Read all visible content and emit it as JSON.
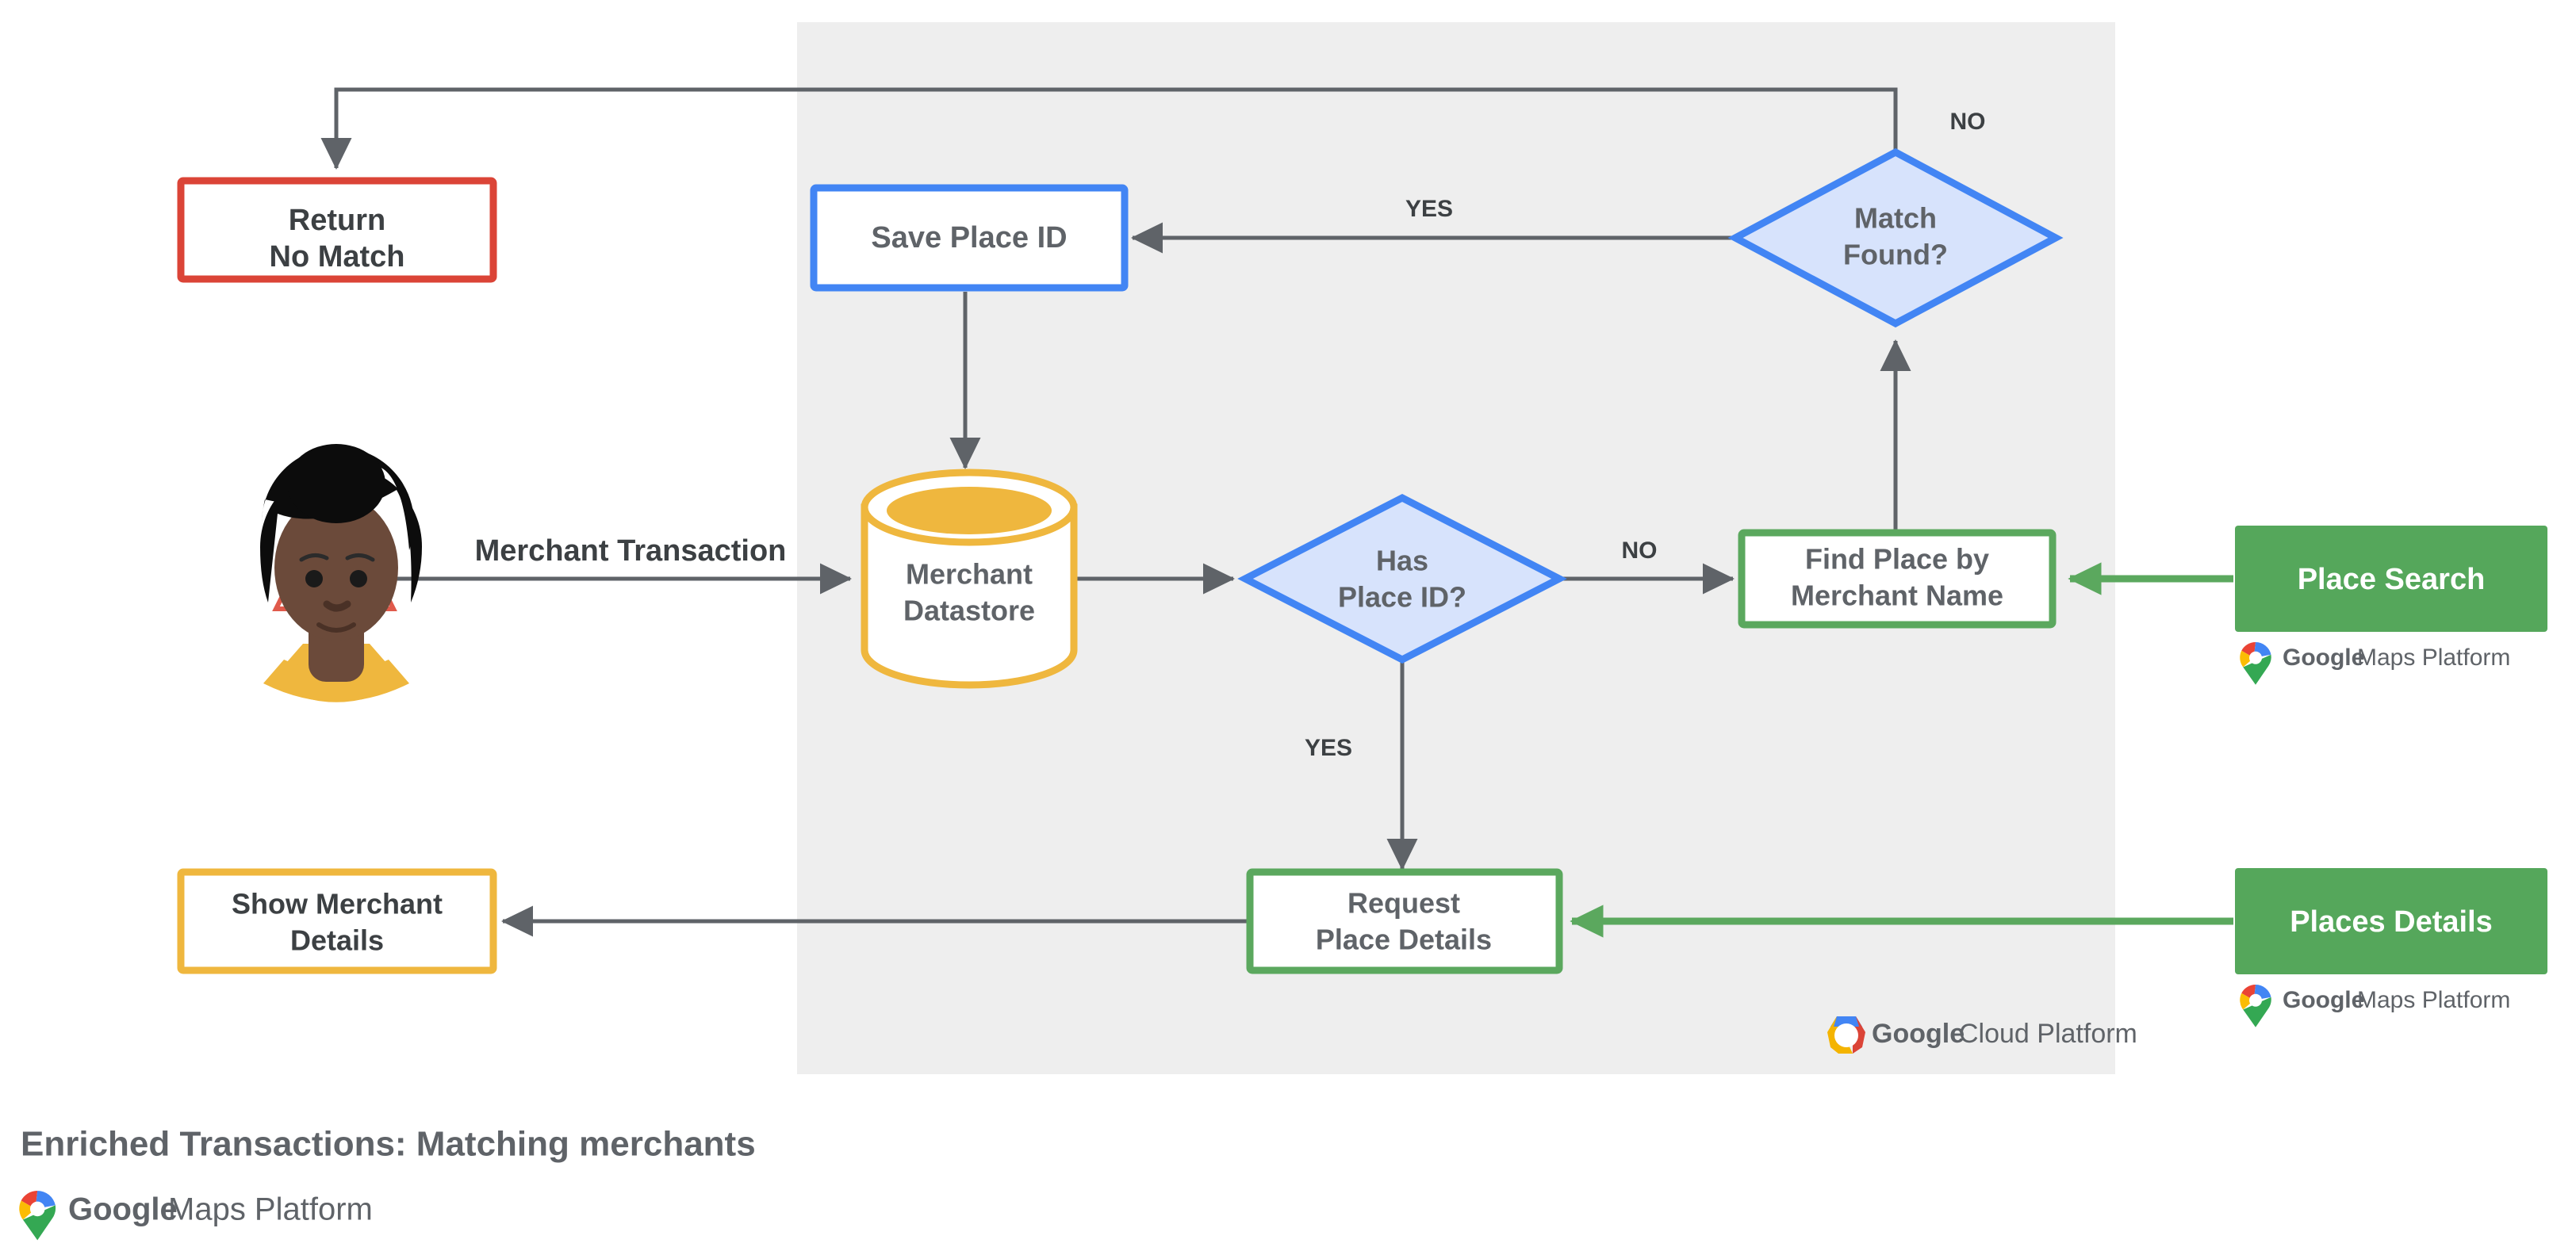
{
  "diagram": {
    "title": "Enriched Transactions: Matching merchants",
    "panel": {
      "name": "google-cloud-platform-panel",
      "brand": "Google Cloud Platform"
    },
    "colors": {
      "blue": "#4285F4",
      "blue_fill": "#D7E3FC",
      "red": "#DB4437",
      "amber": "#EFB73E",
      "green": "#5BA85E",
      "green_fill": "#55A75B",
      "gray_panel": "#EEEEEE",
      "text": "#5f6368",
      "text_dark": "#3c4043",
      "edge": "#5f6368"
    },
    "nodes": [
      {
        "id": "return-no-match",
        "label_lines": [
          "Return",
          "No Match"
        ],
        "shape": "rect",
        "style": "red-outline"
      },
      {
        "id": "save-place-id",
        "label_lines": [
          "Save Place ID"
        ],
        "shape": "rect",
        "style": "blue-outline"
      },
      {
        "id": "match-found",
        "label_lines": [
          "Match",
          "Found?"
        ],
        "shape": "diamond",
        "style": "blue-fill"
      },
      {
        "id": "merchant-datastore",
        "label_lines": [
          "Merchant",
          "Datastore"
        ],
        "shape": "cylinder",
        "style": "amber-outline"
      },
      {
        "id": "has-place-id",
        "label_lines": [
          "Has",
          "Place ID?"
        ],
        "shape": "diamond",
        "style": "blue-fill"
      },
      {
        "id": "find-place",
        "label_lines": [
          "Find Place by",
          "Merchant Name"
        ],
        "shape": "rect",
        "style": "green-outline"
      },
      {
        "id": "place-search",
        "label_lines": [
          "Place Search"
        ],
        "shape": "rect",
        "style": "green-solid"
      },
      {
        "id": "show-merchant",
        "label_lines": [
          "Show Merchant",
          "Details"
        ],
        "shape": "rect",
        "style": "amber-outline"
      },
      {
        "id": "request-place-details",
        "label_lines": [
          "Request",
          "Place Details"
        ],
        "shape": "rect",
        "style": "green-outline"
      },
      {
        "id": "places-details",
        "label_lines": [
          "Places Details"
        ],
        "shape": "rect",
        "style": "green-solid"
      }
    ],
    "edge_labels": [
      {
        "id": "merchant-transaction-label",
        "text": "Merchant Transaction"
      },
      {
        "id": "match-found-yes-label",
        "text": "YES"
      },
      {
        "id": "match-found-no-label",
        "text": "NO"
      },
      {
        "id": "has-place-id-no-label",
        "text": "NO"
      },
      {
        "id": "has-place-id-yes-label",
        "text": "YES"
      }
    ],
    "brand_labels": [
      {
        "id": "maps-brand-place-search",
        "text": "Google Maps Platform"
      },
      {
        "id": "maps-brand-places-details",
        "text": "Google Maps Platform"
      },
      {
        "id": "maps-brand-footer",
        "text": "Google Maps Platform"
      },
      {
        "id": "cloud-brand-panel",
        "text": "Google Cloud Platform"
      }
    ],
    "brand_parts": {
      "google": "Google",
      "maps_platform": "Maps Platform",
      "cloud_platform": "Cloud Platform"
    },
    "avatar": {
      "id": "merchant-customer-avatar",
      "alt": "illustrated person avatar"
    }
  }
}
